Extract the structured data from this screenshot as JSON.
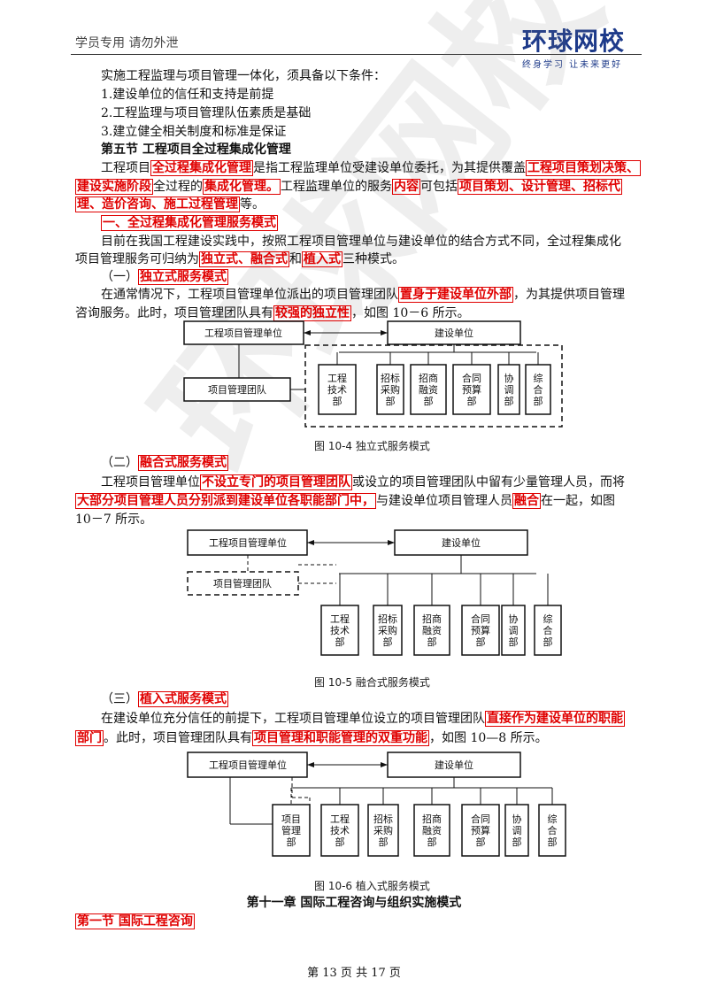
{
  "header": {
    "left_text": "学员专用 请勿外泄",
    "logo_main": "环球网校",
    "logo_sub": "终身学习 让未来更好"
  },
  "watermark": "环球网校",
  "content": {
    "intro": "实施工程监理与项目管理一体化，须具备以下条件：",
    "cond1": "1.建设单位的信任和支持是前提",
    "cond2": "2.工程监理与项目管理队伍素质是基础",
    "cond3": "3.建立健全相关制度和标准是保证",
    "section5_title": "第五节  工程项目全过程集成化管理",
    "p1_a": "工程项目",
    "p1_hl1": "全过程集成化管理",
    "p1_b": "是指工程监理单位受建设单位委托，为其提供覆盖",
    "p1_hl2": "工程项目策划决策、",
    "p2_hl1": "建设实施阶段",
    "p2_a": "全过程的",
    "p2_hl2": "集成化管理。",
    "p2_b": "工程监理单位的服务",
    "p2_hl3": "内容",
    "p2_c": "可包括",
    "p2_hl4": "项目策划、设计管理、招标代",
    "p3_hl1": "理、造价咨询、施工过程管理",
    "p3_a": "等。",
    "sub1_title": "一、全过程集成化管理服务模式",
    "p4": "目前在我国工程建设实践中，按照工程项目管理单位与建设单位的结合方式不同，全过程集成化",
    "p5_a": "项目管理服务可归纳为",
    "p5_hl1": "独立式、融合式",
    "p5_b": "和",
    "p5_hl2": "植入式",
    "p5_c": "三种模式。",
    "m1_num": "（一）",
    "m1_title": "独立式服务模式",
    "m1_p1_a": "在通常情况下，工程项目管理单位派出的项目管理团队",
    "m1_p1_hl": "置身于建设单位外部",
    "m1_p1_b": "，为其提供项目管理",
    "m1_p2_a": "咨询服务。此时，项目管理团队具有",
    "m1_p2_hl": "较强的独立性",
    "m1_p2_b": "，如图 10－6 所示。",
    "m2_num": "（二）",
    "m2_title": "融合式服务模式",
    "m2_p1_a": "工程项目管理单位",
    "m2_p1_hl": "不设立专门的项目管理团队",
    "m2_p1_b": "或设立的项目管理团队中留有少量管理人员，而将",
    "m2_p2_hl1": "大部分项目管理人员分别派到建设单位各职能部门中，",
    "m2_p2_a": "与建设单位项目管理人员",
    "m2_p2_hl2": "融合",
    "m2_p2_b": "在一起，如图",
    "m2_p3": "10－7 所示。",
    "m3_num": "（三）",
    "m3_title": "植入式服务模式",
    "m3_p1_a": "在建设单位充分信任的前提下，工程项目管理单位设立的项目管理团队",
    "m3_p1_hl": "直接作为建设单位的职能",
    "m3_p2_hl1": "部门",
    "m3_p2_a": "。此时，项目管理团队具有",
    "m3_p2_hl2": "项目管理和职能管理的双重功能",
    "m3_p2_b": "，如图 10—8 所示。",
    "chapter11": "第十一章    国际工程咨询与组织实施模式",
    "sec1_title": "第一节  国际工程咨询"
  },
  "diagrams": {
    "pm_unit": "工程项目管理单位",
    "owner": "建设单位",
    "pm_team": "项目管理团队",
    "depts": [
      [
        "工程",
        "技术",
        "部"
      ],
      [
        "招标",
        "采购",
        "部"
      ],
      [
        "招商",
        "融资",
        "部"
      ],
      [
        "合同",
        "预算",
        "部"
      ],
      [
        "协",
        "调",
        "部"
      ],
      [
        "综",
        "合",
        "部"
      ]
    ],
    "team_dept": [
      "项目",
      "管理",
      "部"
    ],
    "cap1": "图 10-4    独立式服务模式",
    "cap2": "图 10-5    融合式服务模式",
    "cap3": "图 10-6    植入式服务模式"
  },
  "footer": "第 13 页 共 17 页"
}
